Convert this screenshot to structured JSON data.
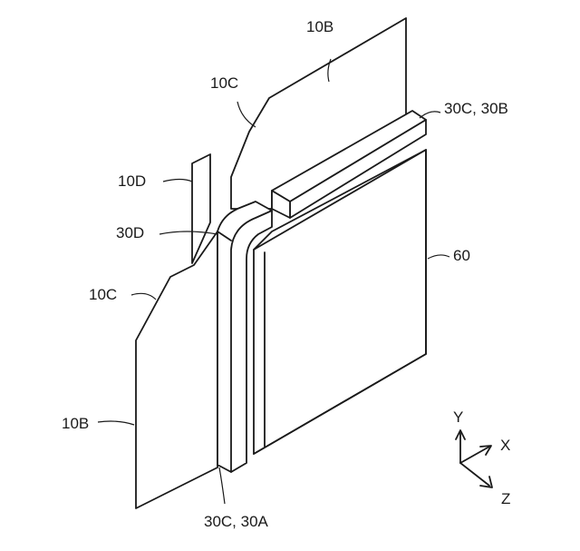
{
  "labels": {
    "top_sheet": "10B",
    "upper_bend": "10C",
    "upper_bracket": "30C, 30B",
    "flange": "10D",
    "lower_bend": "10C",
    "corner_bracket": "30D",
    "body": "60",
    "bottom_sheet": "10B",
    "lower_bracket": "30C, 30A"
  },
  "axes": {
    "y": "Y",
    "x": "X",
    "z": "Z"
  }
}
